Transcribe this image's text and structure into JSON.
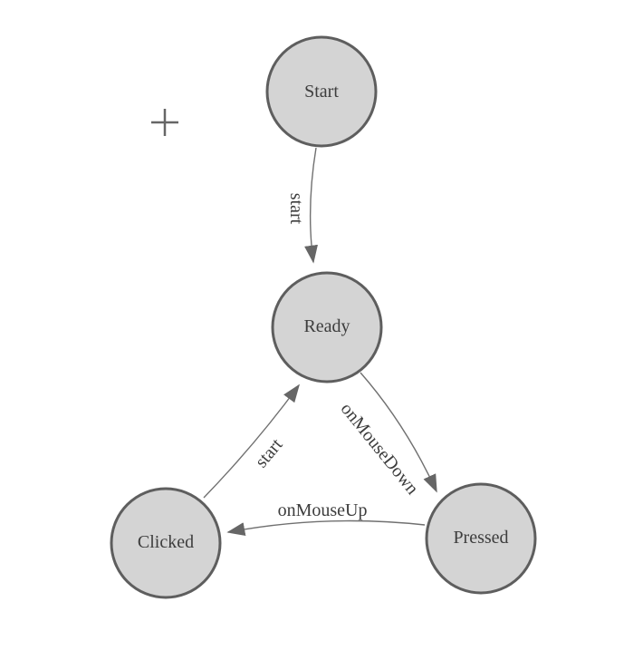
{
  "diagram": {
    "type": "state-machine",
    "nodes": [
      {
        "id": "start",
        "label": "Start"
      },
      {
        "id": "ready",
        "label": "Ready"
      },
      {
        "id": "clicked",
        "label": "Clicked"
      },
      {
        "id": "pressed",
        "label": "Pressed"
      }
    ],
    "edges": [
      {
        "from": "Start",
        "to": "Ready",
        "label": "start"
      },
      {
        "from": "Ready",
        "to": "Pressed",
        "label": "onMouseDown"
      },
      {
        "from": "Pressed",
        "to": "Clicked",
        "label": "onMouseUp"
      },
      {
        "from": "Clicked",
        "to": "Ready",
        "label": "start"
      }
    ],
    "icons": [
      {
        "name": "crosshair-marker",
        "glyph": "+"
      }
    ],
    "colors": {
      "background": "#ffffff",
      "node_fill": "#d4d4d4",
      "node_stroke": "#5e5e5e",
      "edge_stroke": "#707070",
      "arrow_fill": "#666666",
      "label_text": "#3d3d3d",
      "crosshair": "#666666"
    }
  }
}
